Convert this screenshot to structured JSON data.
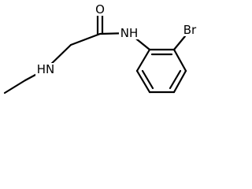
{
  "molecule": {
    "atoms": {
      "oxygen": "O",
      "amide_nitrogen": "NH",
      "amine_nitrogen": "HN",
      "bromine": "Br"
    }
  }
}
